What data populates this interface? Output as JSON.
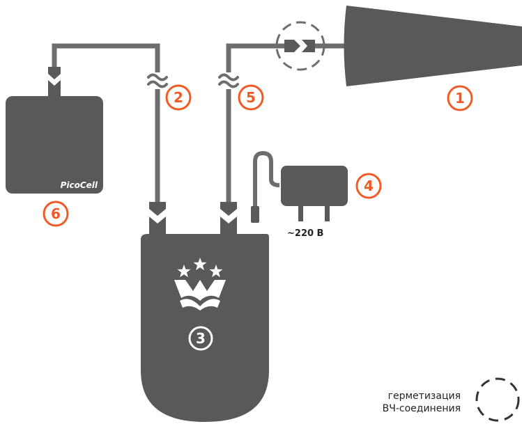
{
  "colors": {
    "device": "#595959",
    "cable": "#6d6d6d",
    "accent": "#f15a24",
    "text": "#222222",
    "background": "#ffffff"
  },
  "labels": {
    "antenna_outdoor": "1",
    "cable_to_indoor_antenna": "2",
    "repeater": "3",
    "power_supply": "4",
    "cable_to_outdoor_antenna": "5",
    "indoor_unit": "6"
  },
  "indoor_unit": {
    "brand": "PicoCell"
  },
  "power_supply": {
    "voltage": "~220 В"
  },
  "cable_break_symbol": "~",
  "repeater": {
    "logo_icon": "crown-stars-logo-icon"
  },
  "legend": {
    "line1": "герметизация",
    "line2": "ВЧ-соединения",
    "symbol_icon": "dashed-circle-icon"
  }
}
